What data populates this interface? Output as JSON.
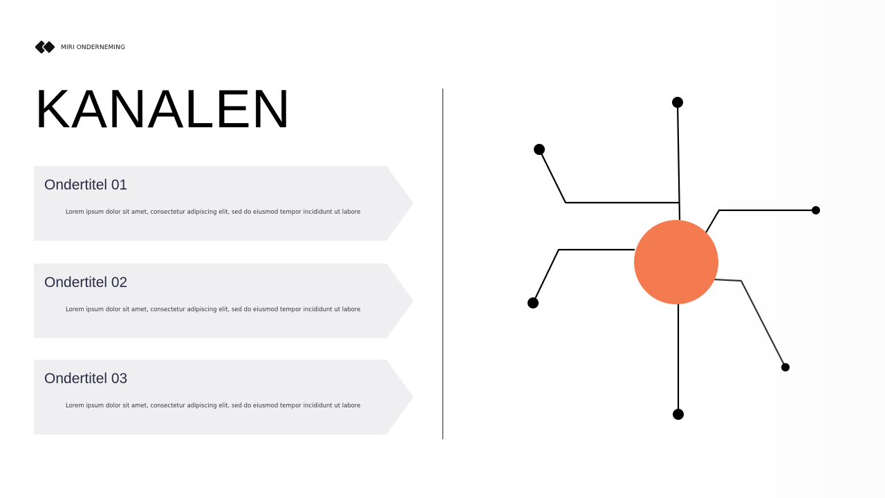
{
  "brand": {
    "name": "MIRI ONDERNEMING"
  },
  "title": "KANALEN",
  "cards": [
    {
      "title": "Ondertitel 01",
      "text": "Lorem ipsum dolor sit amet, consectetur adipiscing elit, sed do eiusmod tempor incididunt ut labore"
    },
    {
      "title": "Ondertitel 02",
      "text": "Lorem ipsum dolor sit amet, consectetur adipiscing elit, sed do eiusmod tempor incididunt ut labore"
    },
    {
      "title": "Ondertitel 03",
      "text": "Lorem ipsum dolor sit amet, consectetur adipiscing elit, sed do eiusmod tempor incididunt ut labore"
    }
  ],
  "colors": {
    "card_fill": "#efeff1",
    "hub": "#f37b4f",
    "line": "#000000",
    "title_text": "#2b2a45"
  }
}
